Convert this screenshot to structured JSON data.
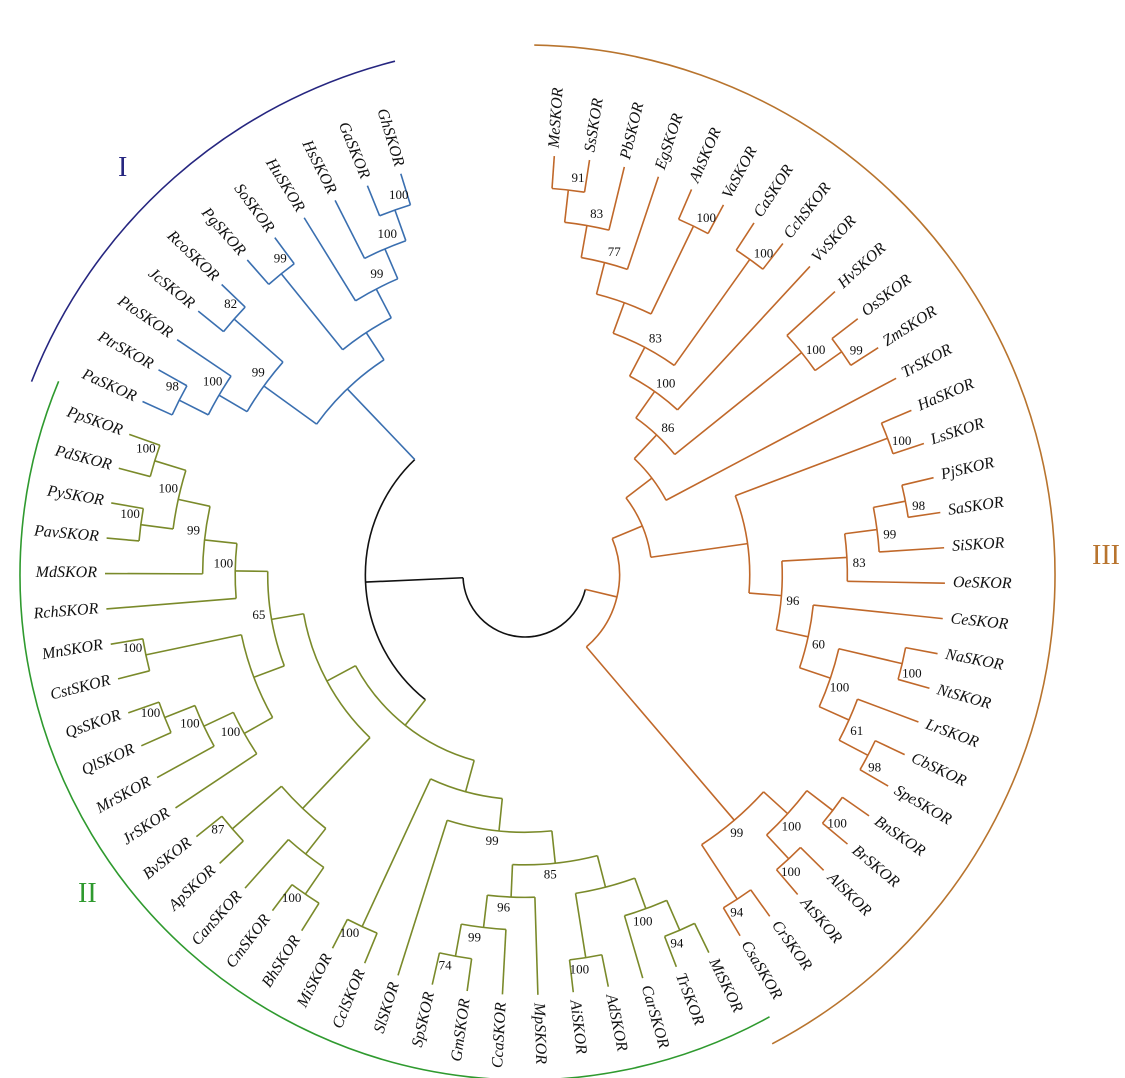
{
  "colors": {
    "I": "#3a6fb0",
    "II": "#7a8a2a",
    "III": "#c0682a",
    "root": "#111111",
    "arc_I": "#262680",
    "arc_II": "#2f9a2f",
    "arc_III": "#b8742e"
  },
  "clade_labels": {
    "I": "I",
    "II": "II",
    "III": "III"
  },
  "tree": {
    "c": [
      {
        "clade": "III",
        "c": [
          {
            "c": [
              {
                "c": [
                  {
                    "c": [
                      {
                        "c": [
                          {
                            "c": [
                              {
                                "c": [
                                  {
                                    "c": [
                                      {
                                        "c": [
                                          {
                                            "c": [
                                              "MeSKOR",
                                              "SsSKOR"
                                            ],
                                            "b": "91"
                                          },
                                          "PbSKOR"
                                        ],
                                        "b": "83"
                                      },
                                      "EgSKOR"
                                    ],
                                    "b": "77"
                                  },
                                  {
                                    "c": [
                                      "AhSKOR",
                                      "VaSKOR"
                                    ],
                                    "b": "100"
                                  }
                                ]
                              },
                              {
                                "c": [
                                  "CaSKOR",
                                  "CchSKOR"
                                ],
                                "b": "100"
                              }
                            ],
                            "b": "83"
                          },
                          "VvSKOR"
                        ],
                        "b": "100"
                      },
                      {
                        "c": [
                          "HvSKOR",
                          {
                            "c": [
                              "OsSKOR",
                              "ZmSKOR"
                            ],
                            "b": "99"
                          }
                        ],
                        "b": "100"
                      }
                    ],
                    "b": "86"
                  },
                  "TrSKOR"
                ]
              },
              {
                "c": [
                  {
                    "c": [
                      "HaSKOR",
                      "LsSKOR"
                    ],
                    "b": "100"
                  },
                  {
                    "c": [
                      {
                        "c": [
                          {
                            "c": [
                              {
                                "c": [
                                  "PjSKOR",
                                  "SaSKOR"
                                ],
                                "b": "98"
                              },
                              "SiSKOR"
                            ],
                            "b": "99"
                          },
                          "OeSKOR"
                        ],
                        "b": "83"
                      },
                      {
                        "c": [
                          "CeSKOR",
                          {
                            "c": [
                              {
                                "c": [
                                  "NaSKOR",
                                  "NtSKOR"
                                ],
                                "b": "100"
                              },
                              {
                                "c": [
                                  "LrSKOR",
                                  {
                                    "c": [
                                      "CbSKOR",
                                      "SpeSKOR"
                                    ],
                                    "b": "98"
                                  }
                                ],
                                "b": "61"
                              }
                            ],
                            "b": "100"
                          }
                        ],
                        "b": "60"
                      }
                    ],
                    "b": "96"
                  }
                ]
              }
            ]
          },
          {
            "c": [
              {
                "c": [
                  {
                    "c": [
                      "BnSKOR",
                      "BrSKOR"
                    ],
                    "b": "100"
                  },
                  {
                    "c": [
                      "AlSKOR",
                      "AtSKOR"
                    ],
                    "b": "100"
                  }
                ],
                "b": "100"
              },
              {
                "c": [
                  "CrSKOR",
                  "CsaSKOR"
                ],
                "b": "94"
              }
            ],
            "b": "99"
          }
        ]
      },
      {
        "c": [
          {
            "clade": "II",
            "c": [
              {
                "c": [
                  {
                    "c": [
                      {
                        "c": [
                          {
                            "c": [
                              {
                                "c": [
                                  {
                                    "c": [
                                      "MtSKOR",
                                      "TrSKOR"
                                    ],
                                    "b": "94"
                                  },
                                  "CarSKOR"
                                ],
                                "b": "100"
                              },
                              {
                                "c": [
                                  "AdSKOR",
                                  "AiSKOR"
                                ],
                                "b": "100"
                              }
                            ]
                          },
                          {
                            "c": [
                              "MpSKOR",
                              {
                                "c": [
                                  "CcaSKOR",
                                  {
                                    "c": [
                                      "GmSKOR",
                                      "SpSKOR"
                                    ],
                                    "b": "74"
                                  }
                                ],
                                "b": "99"
                              }
                            ],
                            "b": "96"
                          }
                        ],
                        "b": "85"
                      },
                      "SlSKOR"
                    ],
                    "b": "99"
                  },
                  {
                    "c": [
                      "CclSKOR",
                      "MiSKOR"
                    ],
                    "b": "100"
                  }
                ]
              },
              {
                "c": [
                  {
                    "c": [
                      {
                        "c": [
                          {
                            "c": [
                              "BhSKOR",
                              "CmSKOR"
                            ],
                            "b": "100"
                          },
                          "CanSKOR"
                        ]
                      },
                      {
                        "c": [
                          "ApSKOR",
                          "BvSKOR"
                        ],
                        "b": "87"
                      }
                    ]
                  },
                  {
                    "c": [
                      {
                        "c": [
                          {
                            "c": [
                              "JrSKOR",
                              {
                                "c": [
                                  "MrSKOR",
                                  {
                                    "c": [
                                      "QlSKOR",
                                      "QsSKOR"
                                    ],
                                    "b": "100"
                                  }
                                ],
                                "b": "100"
                              }
                            ],
                            "b": "100"
                          },
                          {
                            "c": [
                              "CstSKOR",
                              "MnSKOR"
                            ],
                            "b": "100"
                          }
                        ]
                      },
                      {
                        "c": [
                          "RchSKOR",
                          {
                            "c": [
                              "MdSKOR",
                              {
                                "c": [
                                  {
                                    "c": [
                                      "PavSKOR",
                                      "PySKOR"
                                    ],
                                    "b": "100"
                                  },
                                  {
                                    "c": [
                                      "PdSKOR",
                                      "PpSKOR"
                                    ],
                                    "b": "100"
                                  }
                                ],
                                "b": "100"
                              }
                            ],
                            "b": "99"
                          }
                        ],
                        "b": "100"
                      }
                    ],
                    "b": "65"
                  }
                ]
              }
            ]
          },
          {
            "clade": "I",
            "c": [
              {
                "c": [
                  {
                    "c": [
                      {
                        "c": [
                          "PaSKOR",
                          "PtrSKOR"
                        ],
                        "b": "98"
                      },
                      "PtoSKOR"
                    ],
                    "b": "100"
                  },
                  {
                    "c": [
                      "JcSKOR",
                      "RcoSKOR"
                    ],
                    "b": "82"
                  }
                ],
                "b": "99"
              },
              {
                "c": [
                  {
                    "c": [
                      "PgSKOR",
                      "SoSKOR"
                    ],
                    "b": "99"
                  },
                  {
                    "c": [
                      "HuSKOR",
                      {
                        "c": [
                          "HsSKOR",
                          {
                            "c": [
                              "GaSKOR",
                              "GhSKOR"
                            ],
                            "b": "100"
                          }
                        ],
                        "b": "100"
                      }
                    ],
                    "b": "99"
                  }
                ]
              }
            ]
          }
        ]
      }
    ]
  }
}
